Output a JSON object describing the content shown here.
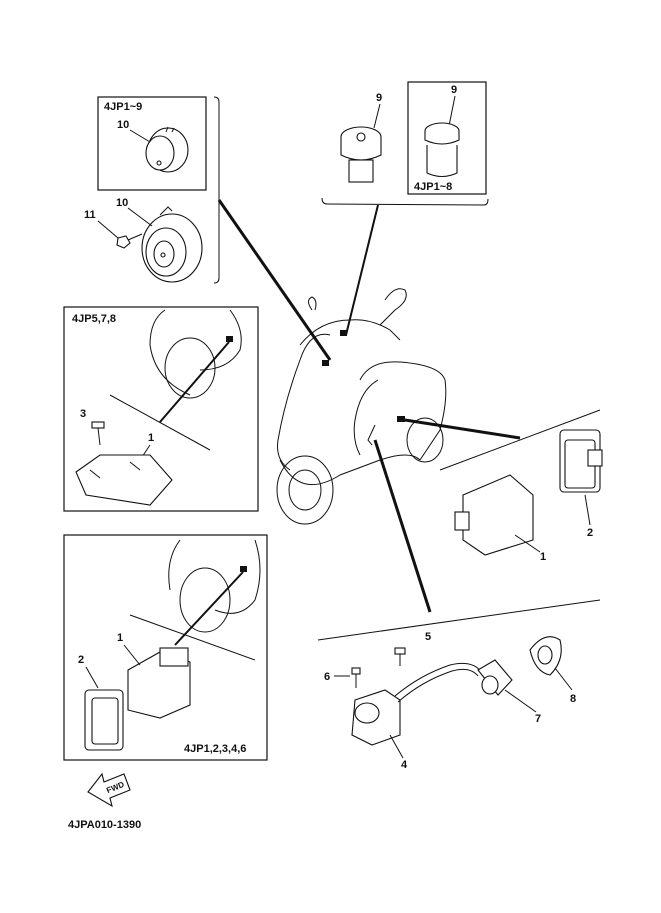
{
  "diagram": {
    "drawing_code": "4JPA010-1390",
    "fwd_arrow_label": "FWD",
    "variant_boxes": {
      "horn_box": "4JP1~9",
      "main_switch_box": "4JP1~8",
      "rectifier_box_a": "4JP5,7,8",
      "rectifier_box_b": "4JP1,2,3,4,6"
    },
    "callouts": {
      "horn_variant_10": "10",
      "horn_10": "10",
      "bolt_11": "11",
      "main_switch_9": "9",
      "main_switch_variant_9": "9",
      "screw_3": "3",
      "bracket_1a": "1",
      "cdi_1": "1",
      "cover_2": "2",
      "box_b_cover_2": "2",
      "box_b_cdi_1": "1",
      "screw_5": "5",
      "screw_6": "6",
      "coil_4": "4",
      "plug_cap_7": "7",
      "cap_8": "8"
    }
  }
}
